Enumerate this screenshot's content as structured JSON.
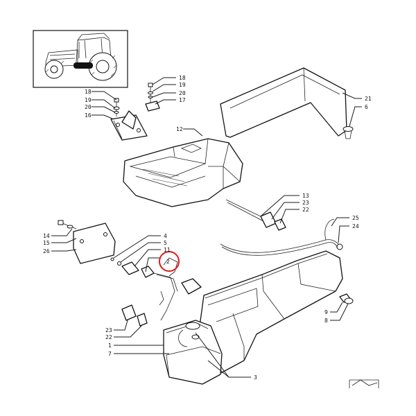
{
  "diagram": {
    "highlight_color": "#e01818",
    "inset_icon": "tractor-icon",
    "corner_icon": "page-corner-icon",
    "callouts": {
      "c18a": "18",
      "c19a": "19",
      "c20a": "20",
      "c16": "16",
      "c18b": "18",
      "c19b": "19",
      "c20b": "20",
      "c17": "17",
      "c21": "21",
      "c6": "6",
      "c12": "12",
      "c13": "13",
      "c23a": "23",
      "c22a": "22",
      "c14": "14",
      "c15": "15",
      "c26": "26",
      "c4": "4",
      "c5": "5",
      "c11": "11",
      "c2": "2",
      "c25": "25",
      "c24": "24",
      "c9": "9",
      "c8": "8",
      "c23b": "23",
      "c22b": "22",
      "c1": "1",
      "c7": "7",
      "c3": "3"
    }
  }
}
